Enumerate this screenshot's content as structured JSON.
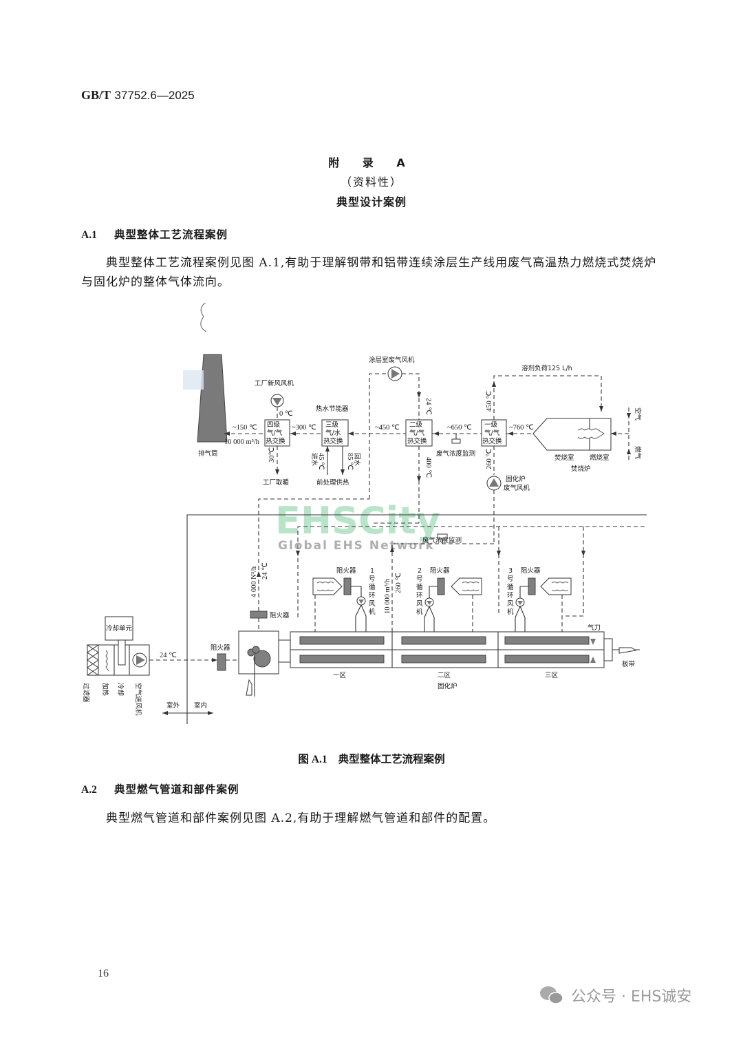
{
  "header": {
    "std_prefix": "GB/T",
    "std_number": "37752.6—2025"
  },
  "appendix": {
    "label": "附 录 A",
    "nature": "（资料性）",
    "title": "典型设计案例"
  },
  "sections": [
    {
      "number": "A.1",
      "title": "典型整体工艺流程案例",
      "paragraph": "典型整体工艺流程案例见图 A.1,有助于理解钢带和铝带连续涂层生产线用废气高温热力燃烧式焚烧炉与固化炉的整体气体流向。"
    },
    {
      "number": "A.2",
      "title": "典型燃气管道和部件案例",
      "paragraph": "典型燃气管道和部件案例见图 A.2,有助于理解燃气管道和部件的配置。"
    }
  ],
  "figure": {
    "number": "图 A.1",
    "caption": "典型整体工艺流程案例",
    "labels": {
      "stack": "排气筒",
      "fresh_air_fan": "工厂新风风机",
      "hot_water_economizer": "热水节能器",
      "coating_room_fan": "涂层室废气风机",
      "solvent_load": "溶剂负荷125 L/h",
      "hx4": [
        "四级",
        "气/气",
        "热交换"
      ],
      "hx3": [
        "三级",
        "气/水",
        "热交换"
      ],
      "hx2": [
        "二级",
        "气/气",
        "热交换"
      ],
      "hx1": [
        "一级",
        "气/气",
        "热交换"
      ],
      "t_150": "~150 ℃",
      "flow_10000": "10 000 m³/h",
      "t_300": "~300 ℃",
      "t_450": "~450 ℃",
      "t_650": "~650 ℃",
      "t_760": "~760 ℃",
      "t_0": "0 ℃",
      "t_30": "30℃",
      "t_24_top": "24 ℃",
      "t_400": "400 ℃",
      "t_450_v": "450 ℃",
      "t_260_v": "260 ℃",
      "inlet_water": "进水",
      "t_45": "45 ℃",
      "t_85": "85 ℃",
      "return_water": "回水",
      "factory_heating": "工厂取暖",
      "pretreat_heat": "前处理供热",
      "exhaust_monitor_top": "废气浓度监测",
      "curing_oven_fan": [
        "固化炉",
        "废气风机"
      ],
      "incinerator_chamber": "焚烧室",
      "burner_chamber": "燃烧室",
      "incinerator": "焚烧炉",
      "air": "空气",
      "gas": "燃气",
      "exhaust_monitor_mid": "废气浓度监测",
      "flame_arrester": "阻火器",
      "flow_4000": "4 000 N³/h",
      "t_24_v": "24 ℃",
      "flow_10000_v": "10 000 m³/h",
      "t_260_mid": "260 ℃",
      "fan1": [
        "1",
        "号",
        "循",
        "环",
        "风",
        "机"
      ],
      "fan2": [
        "2",
        "号",
        "循",
        "环",
        "风",
        "机"
      ],
      "fan3": [
        "3",
        "号",
        "循",
        "环",
        "风",
        "机"
      ],
      "cooling_unit": "冷却单元",
      "filter": "过滤器",
      "heating": "加热",
      "cooling": "冷却",
      "supply_fan": "空气送风机",
      "t_24_supply": "24 ℃",
      "outdoor": "室外",
      "indoor": "室内",
      "zone1": "一区",
      "zone2": "二区",
      "zone3": "三区",
      "curing_oven": "固化炉",
      "air_knife": "气刀",
      "strip": "板带"
    },
    "watermark": {
      "big": "EHSCity",
      "small": "Global EHS Network"
    }
  },
  "footer": {
    "page_number": "16",
    "wechat_watermark": "公众号 · EHS诚安"
  }
}
